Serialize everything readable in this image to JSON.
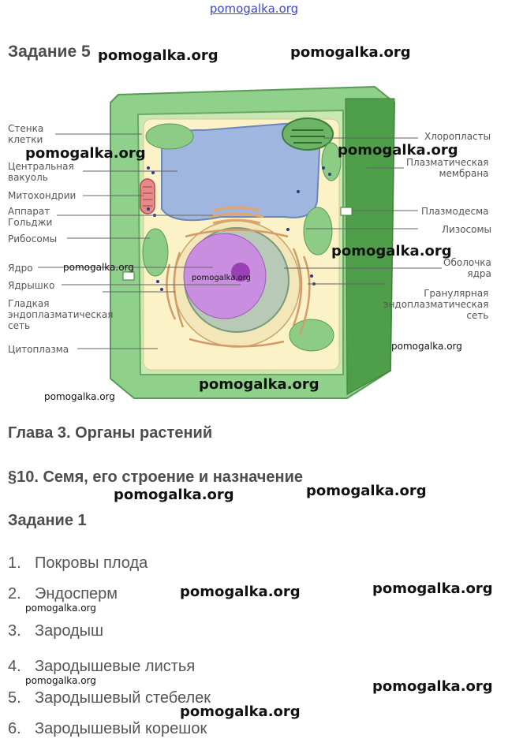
{
  "watermark": "pomogalka.org",
  "task5": {
    "title": "Задание 5"
  },
  "diagram": {
    "labels_left": [
      {
        "text": "Стенка\nклетки"
      },
      {
        "text": "Центральная\nвакуоль"
      },
      {
        "text": "Митохондрии"
      },
      {
        "text": "Аппарат\nГольджи"
      },
      {
        "text": "Рибосомы"
      },
      {
        "text": "Ядро"
      },
      {
        "text": "Ядрышко"
      },
      {
        "text": "Гладкая\nэндоплазматическая\nсеть"
      },
      {
        "text": "Цитоплазма"
      }
    ],
    "labels_right": [
      {
        "text": "Хлоропласты"
      },
      {
        "text": "Плазматическая\nмембрана"
      },
      {
        "text": "Плазмодесма"
      },
      {
        "text": "Лизосомы"
      },
      {
        "text": "Оболочка\nядра"
      },
      {
        "text": "Гранулярная\nэндоплазматическая\nсеть"
      }
    ]
  },
  "chapter": {
    "title": "Глава 3. Органы растений"
  },
  "section": {
    "title": "§10. Семя, его строение и назначение"
  },
  "task1": {
    "title": "Задание 1",
    "items": [
      {
        "num": "1.",
        "text": "Покровы плода"
      },
      {
        "num": "2.",
        "text": "Эндосперм"
      },
      {
        "num": "3.",
        "text": "Зародыш"
      },
      {
        "num": "4.",
        "text": "Зародышевые листья"
      },
      {
        "num": "5.",
        "text": "Зародышевый стебелек"
      },
      {
        "num": "6.",
        "text": "Зародышевый корешок"
      }
    ]
  }
}
